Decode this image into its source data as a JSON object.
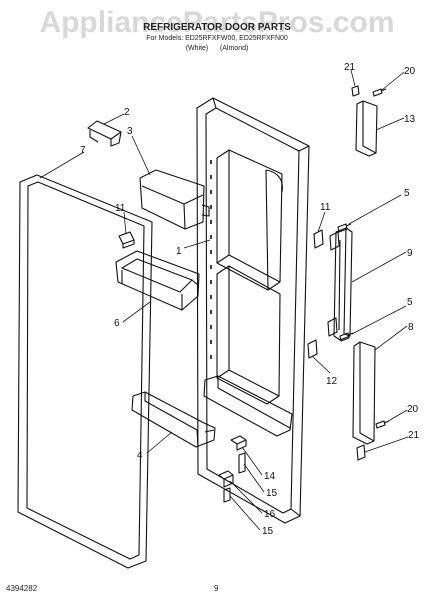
{
  "header": {
    "title": "REFRIGERATOR DOOR PARTS",
    "models": "For Models: ED25RFXFW00, ED25RFXFN00",
    "variants": "(White)      (Almond)",
    "watermark": "AppliancePartsPros.com"
  },
  "footer": {
    "doc_number": "4394282",
    "page_number": "9"
  },
  "callouts": [
    "1",
    "2",
    "3",
    "4",
    "5",
    "5",
    "6",
    "7",
    "8",
    "9",
    "11",
    "11",
    "12",
    "13",
    "14",
    "15",
    "15",
    "16",
    "20",
    "20",
    "21",
    "21"
  ]
}
